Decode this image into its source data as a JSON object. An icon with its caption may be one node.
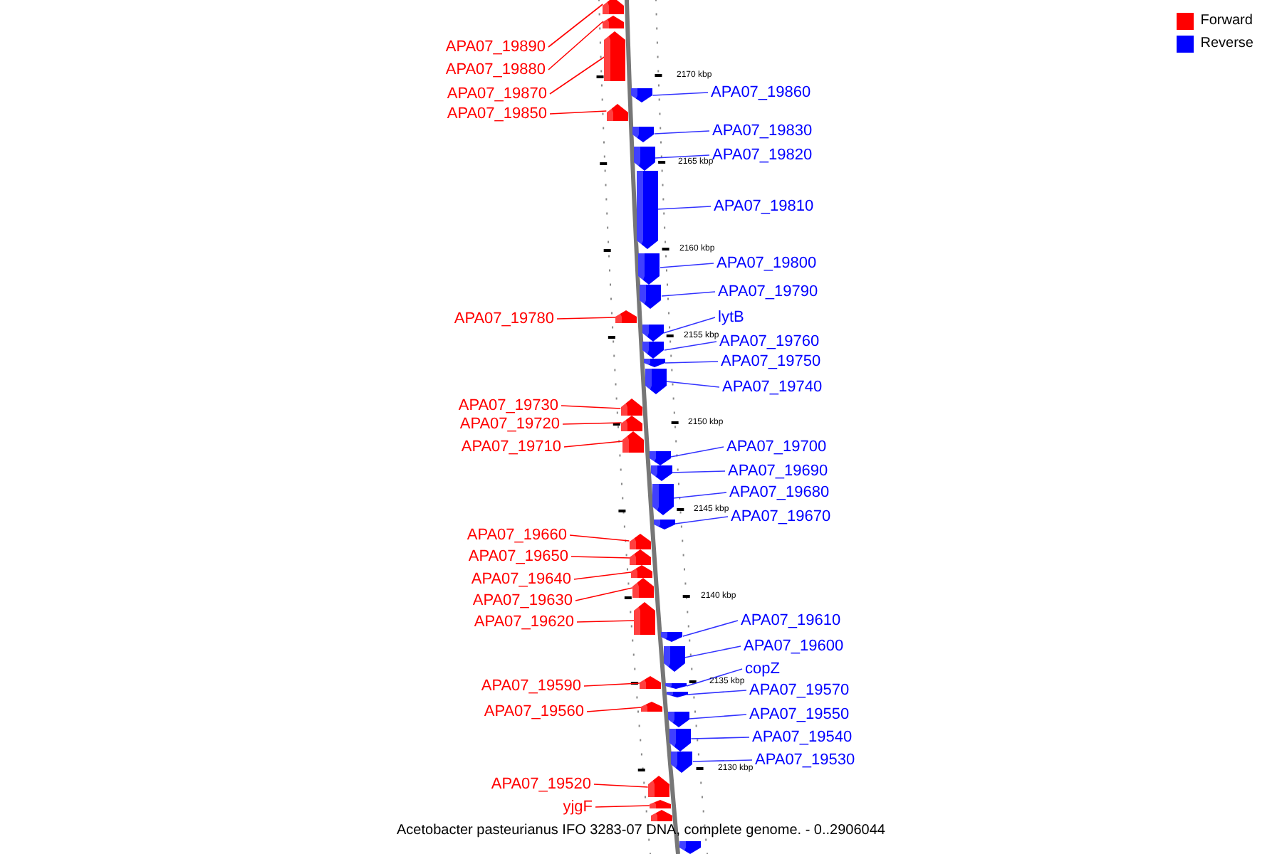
{
  "diagram": {
    "caption": "Acetobacter pasteurianus IFO 3283-07 DNA, complete genome. - 0..2906044",
    "nodes": [
      {
        "text": [
          "APA07_19890"
        ]
      },
      {
        "text": [
          "APA07_19880"
        ]
      },
      {
        "text": [
          "APA07_19870"
        ]
      },
      {
        "text": [
          "APA07_19850"
        ]
      },
      {
        "text": [
          "APA07_19780"
        ]
      },
      {
        "text": [
          "APA07_19730"
        ]
      },
      {
        "text": [
          "APA07_19720"
        ]
      },
      {
        "text": [
          "APA07_19710"
        ]
      },
      {
        "text": [
          "APA07_19660"
        ]
      },
      {
        "text": [
          "APA07_19650"
        ]
      },
      {
        "text": [
          "APA07_19640"
        ]
      },
      {
        "text": [
          "APA07_19630"
        ]
      },
      {
        "text": [
          "APA07_19620"
        ]
      },
      {
        "text": [
          "APA07_19590"
        ]
      },
      {
        "text": [
          "APA07_19560"
        ]
      },
      {
        "text": [
          "APA07_19520"
        ]
      },
      {
        "text": [
          "yjgF"
        ]
      },
      {
        "text": [
          "APA07_19860"
        ]
      },
      {
        "text": [
          "APA07_19830"
        ]
      },
      {
        "text": [
          "APA07_19820"
        ]
      },
      {
        "text": [
          "APA07_19810"
        ]
      },
      {
        "text": [
          "APA07_19800"
        ]
      },
      {
        "text": [
          "APA07_19790"
        ]
      },
      {
        "text": [
          "lytB"
        ]
      },
      {
        "text": [
          "APA07_19760"
        ]
      },
      {
        "text": [
          "APA07_19750"
        ]
      },
      {
        "text": [
          "APA07_19740"
        ]
      },
      {
        "text": [
          "APA07_19700"
        ]
      },
      {
        "text": [
          "APA07_19690"
        ]
      },
      {
        "text": [
          "APA07_19680"
        ]
      },
      {
        "text": [
          "APA07_19670"
        ]
      },
      {
        "text": [
          "APA07_19610"
        ]
      },
      {
        "text": [
          "APA07_19600"
        ]
      },
      {
        "text": [
          "copZ"
        ]
      },
      {
        "text": [
          "APA07_19570"
        ]
      },
      {
        "text": [
          "APA07_19550"
        ]
      },
      {
        "text": [
          "APA07_19540"
        ]
      },
      {
        "text": [
          "APA07_19530"
        ]
      },
      {
        "text": [],
        "shape": "bar"
      },
      {
        "text": [],
        "shape": "bar"
      },
      {
        "text": [],
        "shape": "bar"
      },
      {
        "text": [],
        "shape": "bar"
      },
      {
        "text": [],
        "shape": "bar"
      },
      {
        "text": [],
        "shape": "bar"
      },
      {
        "text": [],
        "shape": "bar"
      },
      {
        "text": [],
        "shape": "bar"
      },
      {
        "text": [],
        "shape": "bar"
      },
      {
        "text": [],
        "shape": "bar"
      },
      {
        "text": [],
        "shape": "bar"
      },
      {
        "text": [],
        "shape": "bar"
      },
      {
        "text": [],
        "shape": "bar"
      },
      {
        "text": [],
        "shape": "bar"
      },
      {
        "text": [],
        "shape": "bar"
      },
      {
        "text": [],
        "shape": "bar"
      },
      {
        "text": [],
        "shape": "bar"
      },
      {
        "text": [],
        "shape": "bar"
      },
      {
        "text": [],
        "shape": "bar"
      },
      {
        "text": [],
        "shape": "bar"
      },
      {
        "text": [],
        "shape": "bar"
      },
      {
        "text": [],
        "shape": "bar"
      },
      {
        "text": [],
        "shape": "bar"
      },
      {
        "text": [],
        "shape": "bar"
      },
      {
        "text": [],
        "shape": "bar"
      },
      {
        "text": [],
        "shape": "bar"
      },
      {
        "text": [],
        "shape": "bar"
      },
      {
        "text": [],
        "shape": "bar"
      },
      {
        "text": [],
        "shape": "bar"
      },
      {
        "text": [],
        "shape": "bar"
      },
      {
        "text": [],
        "shape": "bar"
      },
      {
        "text": [],
        "shape": "bar"
      },
      {
        "text": [],
        "shape": "bar"
      },
      {
        "text": [],
        "shape": "bar"
      },
      {
        "text": [],
        "shape": "bar"
      },
      {
        "text": [],
        "shape": "bar"
      },
      {
        "text": [],
        "shape": "bar"
      },
      {
        "text": [],
        "shape": "bar"
      },
      {
        "text": [],
        "shape": "bar"
      },
      {
        "text": [],
        "shape": "bar"
      }
    ],
    "edges": [
      {
        "from": 0,
        "to": 38,
        "arrow": "none",
        "color": "#ff0000"
      },
      {
        "from": 1,
        "to": 39,
        "arrow": "none",
        "color": "#ff0000"
      },
      {
        "from": 2,
        "to": 40,
        "arrow": "none",
        "color": "#ff0000"
      },
      {
        "from": 3,
        "to": 41,
        "arrow": "none",
        "color": "#ff0000"
      },
      {
        "from": 4,
        "to": 42,
        "arrow": "none",
        "color": "#ff0000"
      },
      {
        "from": 5,
        "to": 43,
        "arrow": "none",
        "color": "#ff0000"
      },
      {
        "from": 6,
        "to": 44,
        "arrow": "none",
        "color": "#ff0000"
      },
      {
        "from": 7,
        "to": 45,
        "arrow": "none",
        "color": "#ff0000"
      },
      {
        "from": 8,
        "to": 46,
        "arrow": "none",
        "color": "#ff0000"
      },
      {
        "from": 9,
        "to": 47,
        "arrow": "none",
        "color": "#ff0000"
      },
      {
        "from": 10,
        "to": 48,
        "arrow": "none",
        "color": "#ff0000"
      },
      {
        "from": 11,
        "to": 49,
        "arrow": "none",
        "color": "#ff0000"
      },
      {
        "from": 12,
        "to": 50,
        "arrow": "none",
        "color": "#ff0000"
      },
      {
        "from": 13,
        "to": 51,
        "arrow": "none",
        "color": "#ff0000"
      },
      {
        "from": 14,
        "to": 52,
        "arrow": "none",
        "color": "#ff0000"
      },
      {
        "from": 15,
        "to": 53,
        "arrow": "none",
        "color": "#ff0000"
      },
      {
        "from": 16,
        "to": 54,
        "arrow": "none",
        "color": "#ff0000"
      },
      {
        "from": 17,
        "to": 56,
        "arrow": "none"
      },
      {
        "from": 18,
        "to": 57,
        "arrow": "none"
      },
      {
        "from": 19,
        "to": 58,
        "arrow": "none"
      },
      {
        "from": 20,
        "to": 59,
        "arrow": "none"
      },
      {
        "from": 21,
        "to": 60,
        "arrow": "none"
      },
      {
        "from": 22,
        "to": 61,
        "arrow": "none"
      },
      {
        "from": 23,
        "to": 62,
        "arrow": "none"
      },
      {
        "from": 24,
        "to": 63,
        "arrow": "none"
      },
      {
        "from": 25,
        "to": 64,
        "arrow": "none"
      },
      {
        "from": 26,
        "to": 65,
        "arrow": "none"
      },
      {
        "from": 27,
        "to": 66,
        "arrow": "none"
      },
      {
        "from": 28,
        "to": 67,
        "arrow": "none"
      },
      {
        "from": 29,
        "to": 68,
        "arrow": "none"
      },
      {
        "from": 30,
        "to": 69,
        "arrow": "none"
      },
      {
        "from": 31,
        "to": 70,
        "arrow": "none"
      },
      {
        "from": 32,
        "to": 71,
        "arrow": "none"
      },
      {
        "from": 33,
        "to": 72,
        "arrow": "none"
      },
      {
        "from": 34,
        "to": 73,
        "arrow": "none"
      },
      {
        "from": 35,
        "to": 74,
        "arrow": "none"
      },
      {
        "from": 36,
        "to": 75,
        "arrow": "none"
      },
      {
        "from": 37,
        "to": 76,
        "arrow": "none"
      }
    ],
    "labels": [
      "2170 kbp",
      "2165 kbp",
      "2160 kbp",
      "2155 kbp",
      "2150 kbp",
      "2145 kbp",
      "2140 kbp",
      "2135 kbp",
      "2130 kbp"
    ],
    "legend": [
      {
        "text": "Forward",
        "color": "#ff0000"
      },
      {
        "text": "Reverse",
        "color": "#0000ff"
      }
    ]
  }
}
